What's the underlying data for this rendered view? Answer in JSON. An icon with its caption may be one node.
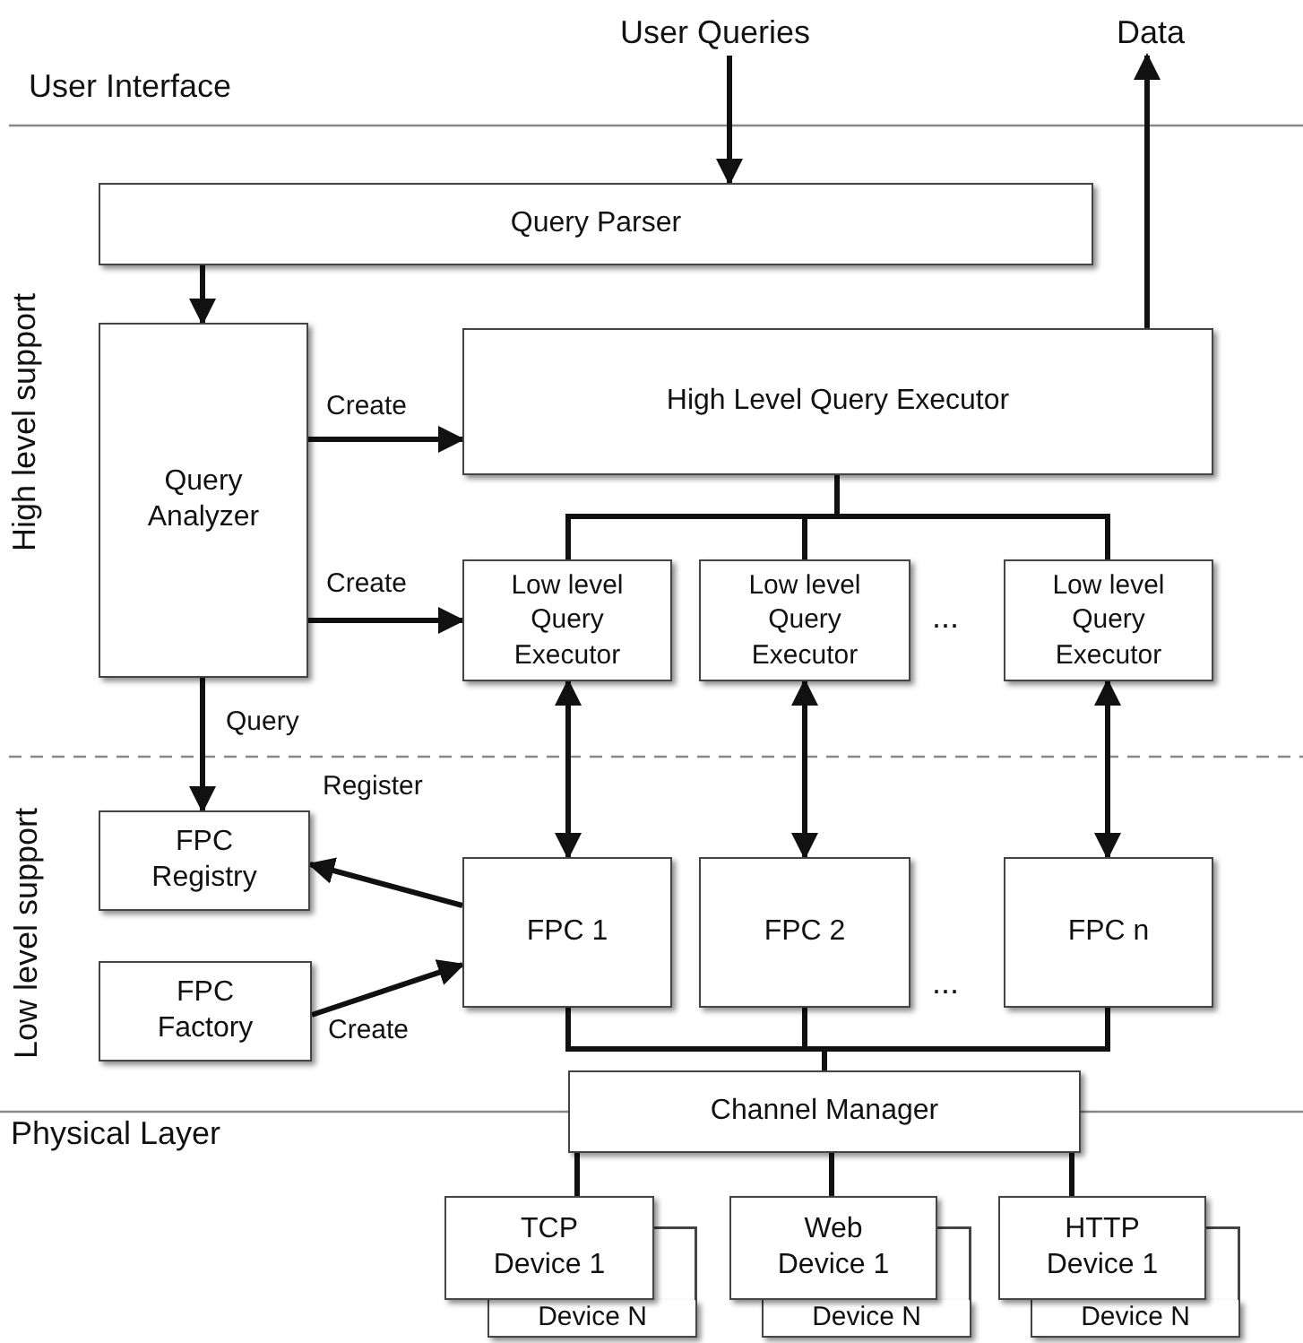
{
  "diagram": {
    "nodes": [
      {
        "text": [
          "User Queries"
        ]
      },
      {
        "text": [
          "Data"
        ]
      },
      {
        "text": [
          "Query Parser"
        ]
      },
      {
        "text": [
          "Query Analyzer"
        ]
      },
      {
        "text": [
          "High Level Query Executor"
        ]
      },
      {
        "text": [
          "Low level Query Executor"
        ]
      },
      {
        "text": [
          "Low level Query Executor"
        ]
      },
      {
        "text": [
          "Low level Query Executor"
        ]
      },
      {
        "text": [
          "FPC Registry"
        ]
      },
      {
        "text": [
          "FPC Factory"
        ]
      },
      {
        "text": [
          "FPC 1"
        ]
      },
      {
        "text": [
          "FPC 2"
        ]
      },
      {
        "text": [
          "FPC n"
        ]
      },
      {
        "text": [
          "Channel Manager"
        ]
      },
      {
        "text": [
          "TCP Device 1"
        ]
      },
      {
        "text": [
          "Device N"
        ]
      },
      {
        "text": [
          "Web Device 1"
        ]
      },
      {
        "text": [
          "Device N"
        ]
      },
      {
        "text": [
          "HTTP Device 1"
        ]
      },
      {
        "text": [
          "Device N"
        ]
      }
    ],
    "edges": [
      {
        "from": 0,
        "to": 2,
        "arrow": "to"
      },
      {
        "from": 4,
        "to": 1,
        "arrow": "to"
      },
      {
        "from": 2,
        "to": 3,
        "arrow": "to"
      },
      {
        "from": 3,
        "to": 4,
        "arrow": "to",
        "label": "Create"
      },
      {
        "from": 3,
        "to": 5,
        "arrow": "to",
        "label": "Create"
      },
      {
        "from": 3,
        "to": 8,
        "arrow": "to",
        "label": "Query"
      },
      {
        "from": 4,
        "to": 5,
        "arrow": "none"
      },
      {
        "from": 4,
        "to": 6,
        "arrow": "none"
      },
      {
        "from": 4,
        "to": 7,
        "arrow": "none"
      },
      {
        "from": 5,
        "to": 10,
        "arrow": "both"
      },
      {
        "from": 6,
        "to": 11,
        "arrow": "both"
      },
      {
        "from": 7,
        "to": 12,
        "arrow": "both"
      },
      {
        "from": 10,
        "to": 8,
        "arrow": "to",
        "label": "Register"
      },
      {
        "from": 9,
        "to": 10,
        "arrow": "to",
        "label": "Create"
      },
      {
        "from": 10,
        "to": 13,
        "arrow": "none"
      },
      {
        "from": 11,
        "to": 13,
        "arrow": "none"
      },
      {
        "from": 12,
        "to": 13,
        "arrow": "none"
      },
      {
        "from": 13,
        "to": 14,
        "arrow": "none"
      },
      {
        "from": 13,
        "to": 16,
        "arrow": "none"
      },
      {
        "from": 13,
        "to": 18,
        "arrow": "none"
      }
    ],
    "labels": [
      "User Interface",
      "High level support",
      "Low level support",
      "Physical Layer",
      "...",
      "..."
    ]
  }
}
